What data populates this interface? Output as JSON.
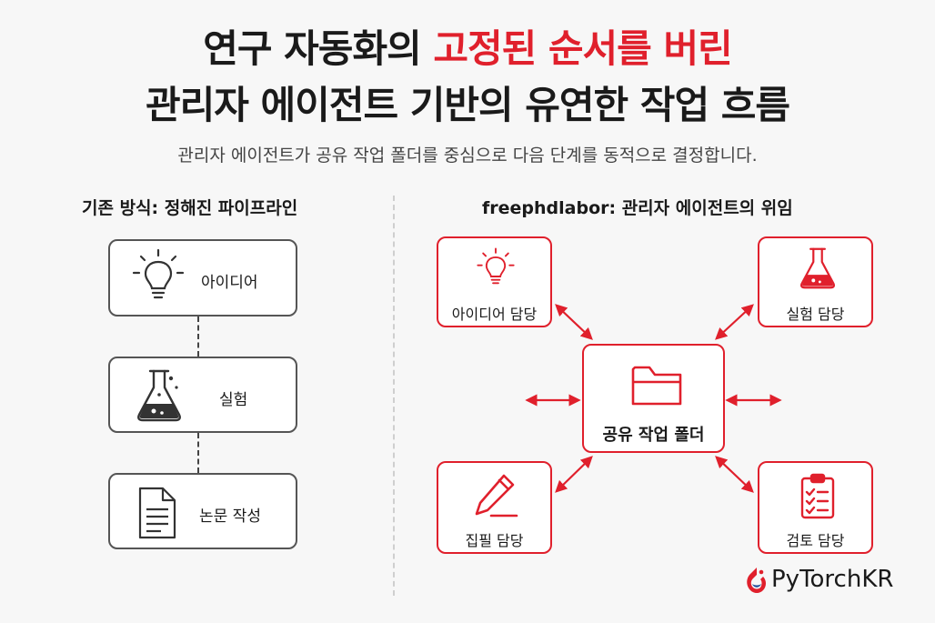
{
  "title": {
    "line1_prefix": "연구 자동화의 ",
    "line1_highlight": "고정된 순서를 버린",
    "line2": "관리자 에이전트 기반의 유연한 작업 흐름"
  },
  "subtitle": "관리자 에이전트가 공유 작업 폴더를 중심으로 다음 단계를 동적으로 결정합니다.",
  "left": {
    "heading": "기존 방식: 정해진 파이프라인",
    "steps": [
      {
        "label": "아이디어",
        "icon": "lightbulb-icon"
      },
      {
        "label": "실험",
        "icon": "flask-icon"
      },
      {
        "label": "논문 작성",
        "icon": "document-icon"
      }
    ]
  },
  "right": {
    "heading": "freephdlabor: 관리자 에이전트의 위임",
    "center": {
      "label": "공유 작업 폴더",
      "icon": "folder-icon"
    },
    "agents": [
      {
        "label": "아이디어 담당",
        "icon": "lightbulb-icon"
      },
      {
        "label": "실험 담당",
        "icon": "flask-icon"
      },
      {
        "label": "집필 담당",
        "icon": "pencil-icon"
      },
      {
        "label": "검토 담당",
        "icon": "clipboard-check-icon"
      }
    ]
  },
  "colors": {
    "accent": "#e0202c",
    "neutral": "#555555"
  },
  "brand": {
    "name": "PyTorchKR",
    "icon": "pytorch-flame-icon"
  }
}
